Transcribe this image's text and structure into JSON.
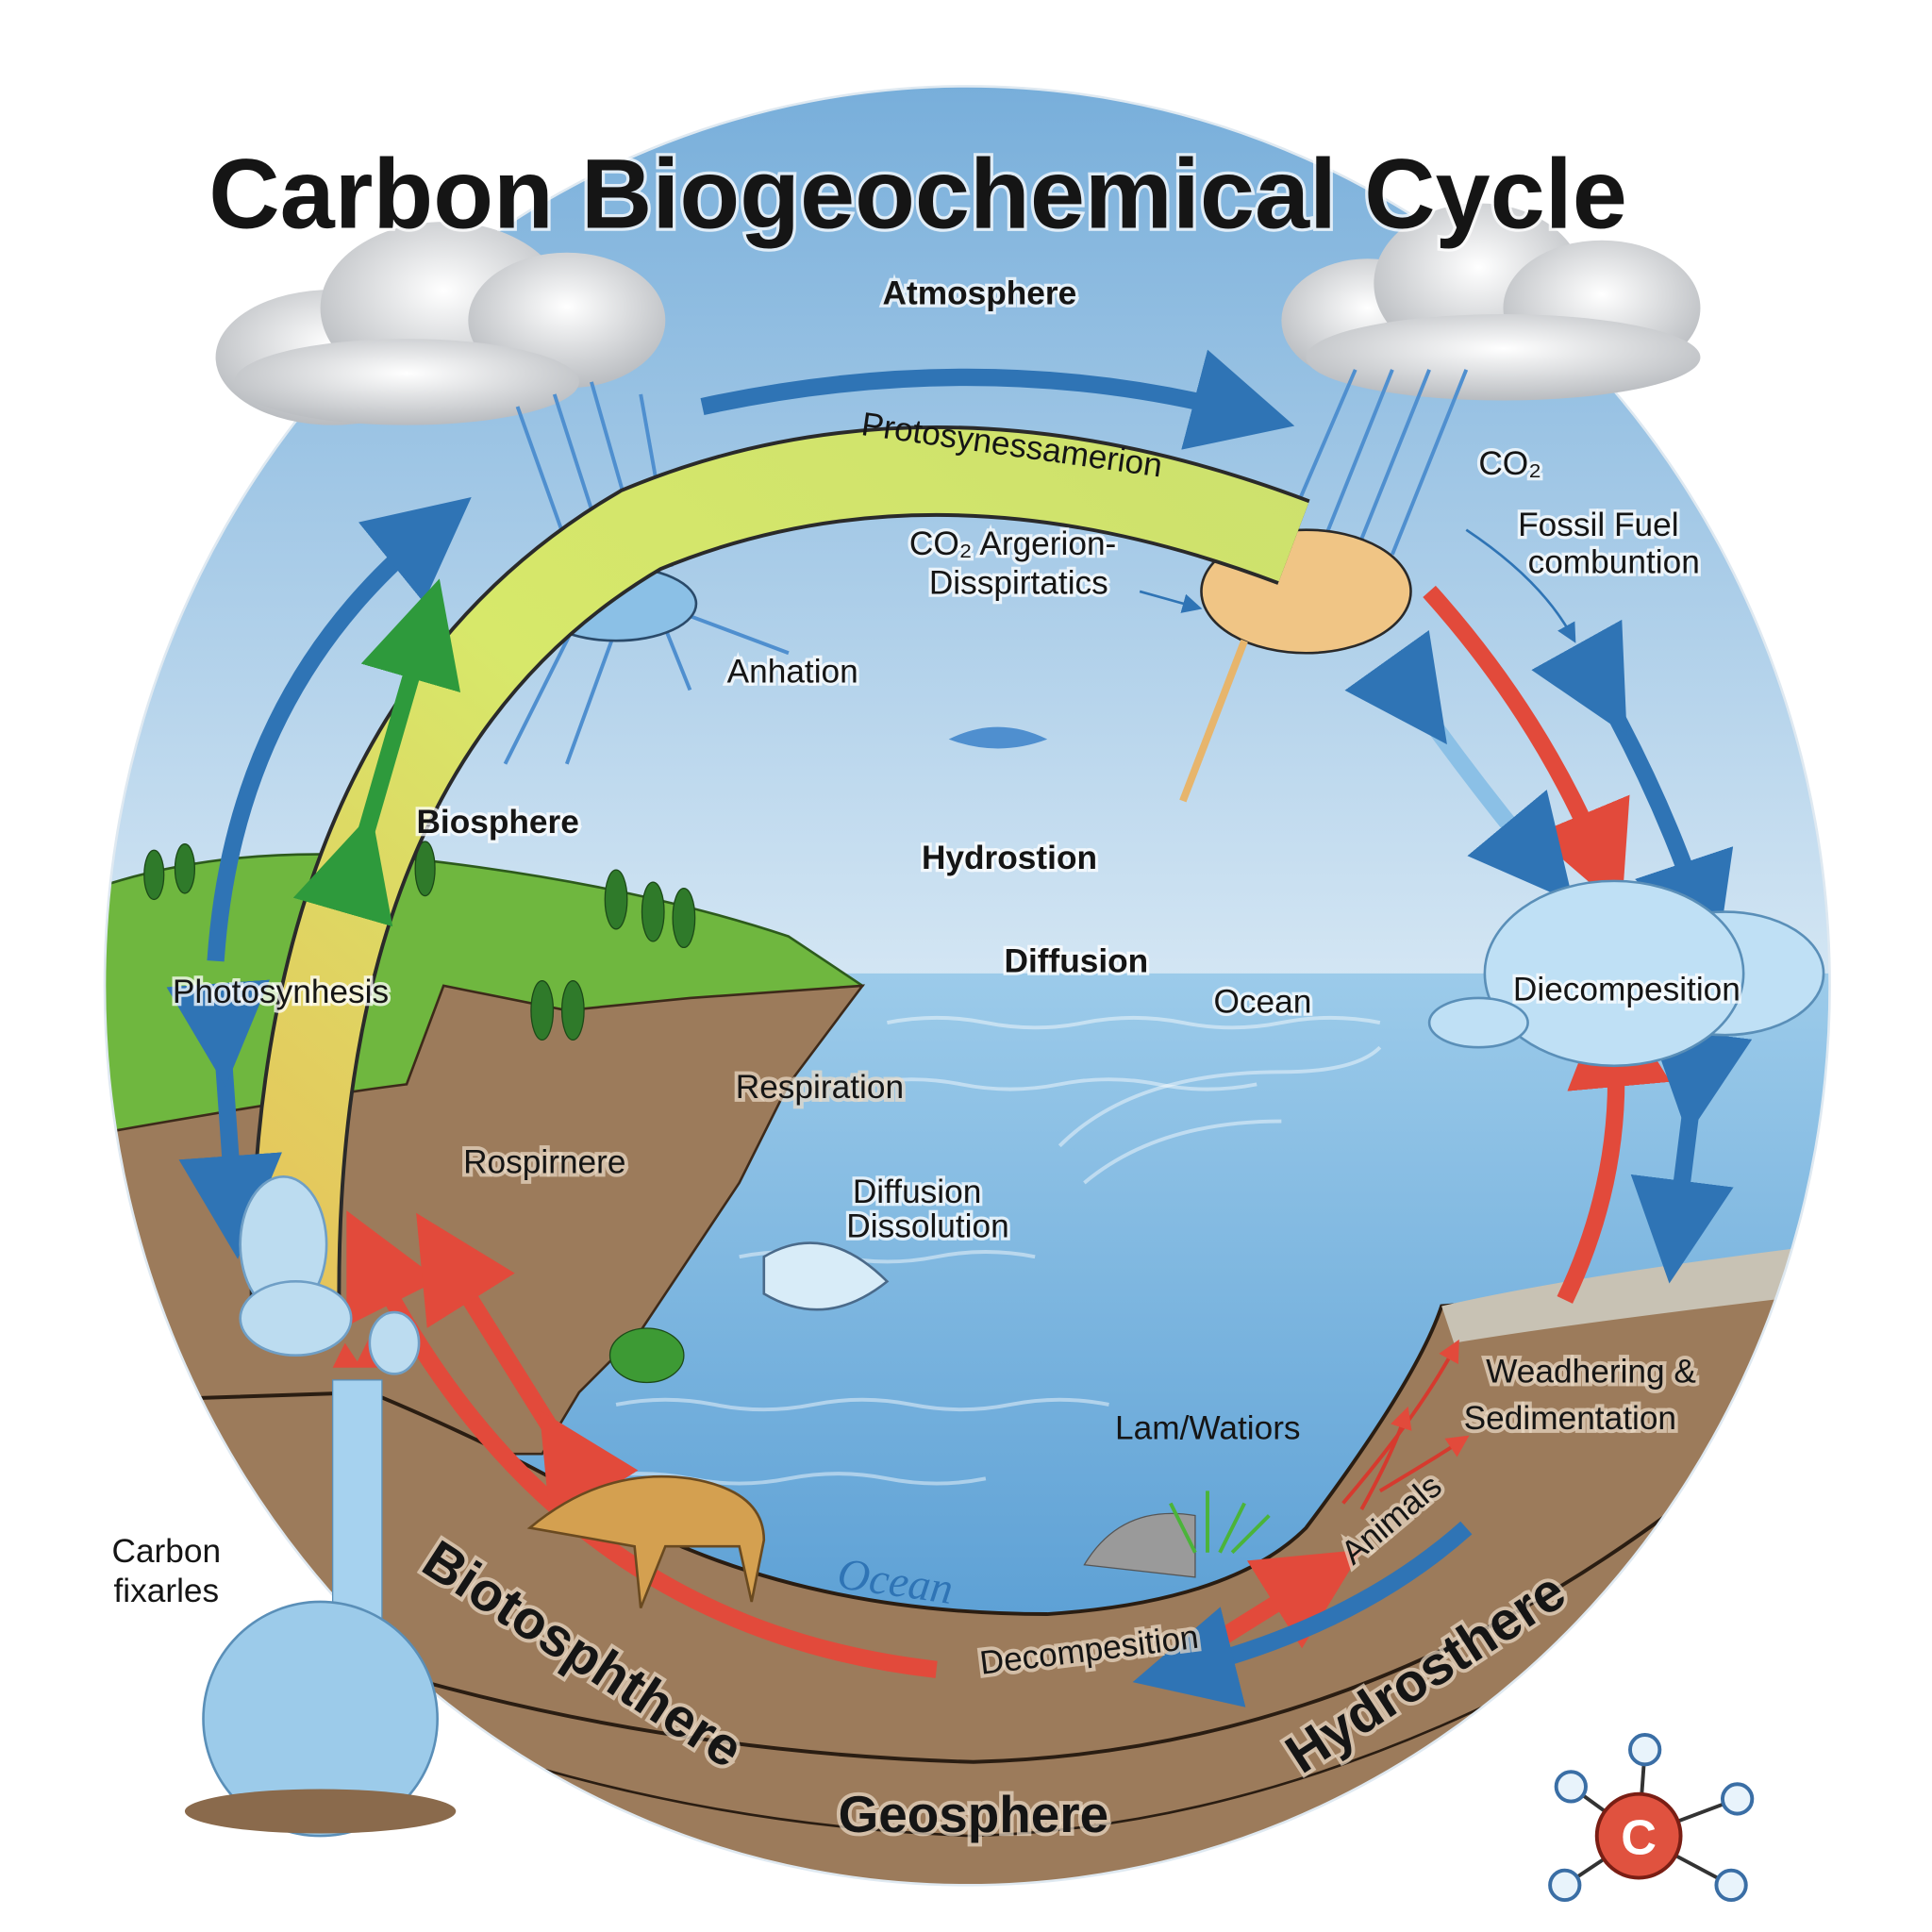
{
  "title": "Carbon Biogeochemical Cycle",
  "labels": {
    "atmosphere": "Atmosphere",
    "protosynessamerion": "Protosynessamerion",
    "co2_top": "CO₂",
    "fossil_fuel_line1": "Fossil Fuel",
    "fossil_fuel_line2": "combuntion",
    "co2_argerion_line1": "CO₂ Argerion-",
    "co2_argerion_line2": "Disspirtatics",
    "anhation": "Anhation",
    "biosphere": "Biosphere",
    "hydrostion": "Hydrostion",
    "diffusion_top": "Diffusion",
    "ocean_top": "Ocean",
    "diecompesition": "Diecompesition",
    "photosynhesis": "Photosynhesis",
    "respiration": "Respiration",
    "rospirnere": "Rospirnere",
    "diffusion_mid": "Diffusion",
    "dissolution": "Dissolution",
    "lam_watiors": "Lam/Watiors",
    "weathering_line1": "Weadhering &",
    "weathering_line2": "Sedimentation",
    "animals": "Animals",
    "ocean_script": "Ocean",
    "decompesition_bottom": "Decompesition",
    "biotosphere": "Biotosphthere",
    "hydrosthere": "Hydrosthere",
    "geosphere": "Geosphere",
    "carbon_fix_line1": "Carbon",
    "carbon_fix_line2": "fixarles",
    "carbon_atom": "C"
  },
  "colors": {
    "sky_top": "#7fb6e0",
    "sky_bottom": "#e6f1f8",
    "ocean": "#4f97cf",
    "land": "#6fb73f",
    "earth": "#9c7b5b",
    "arrow_blue": "#2f74b5",
    "arrow_red": "#e24a3b",
    "arrow_green": "#2e9a3c",
    "band_yellow": "#d3e56a"
  }
}
